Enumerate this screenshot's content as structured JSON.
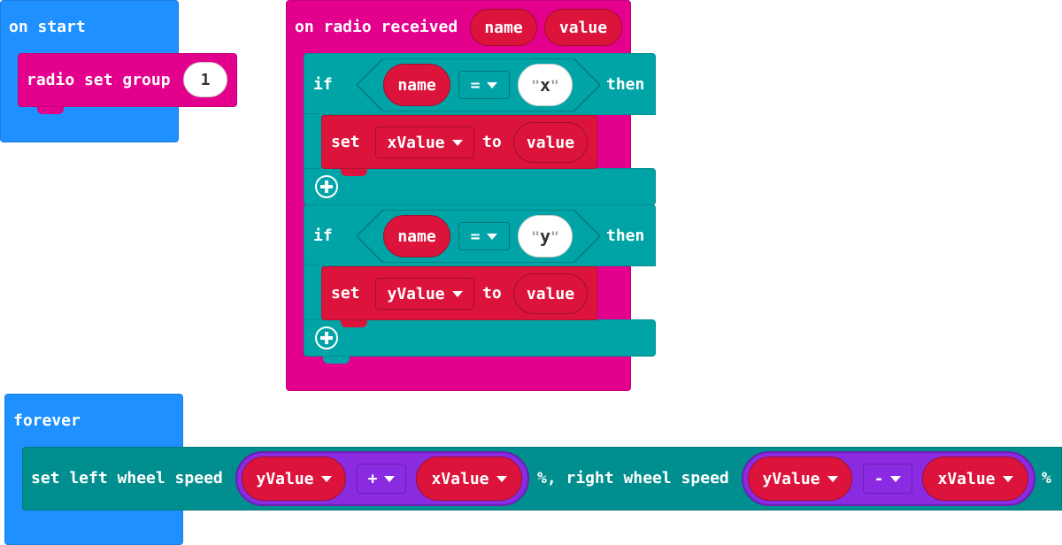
{
  "on_start": {
    "hat_label": "on start",
    "radio_set_group_label": "radio set group",
    "group_value": "1"
  },
  "on_radio_received": {
    "hat_label": "on radio received",
    "param1": "name",
    "param2": "value",
    "if1": {
      "if_label": "if",
      "left": "name",
      "op": "=",
      "right_text": "x",
      "then_label": "then",
      "set_label": "set",
      "var": "xValue",
      "to_label": "to",
      "value": "value"
    },
    "if2": {
      "if_label": "if",
      "left": "name",
      "op": "=",
      "right_text": "y",
      "then_label": "then",
      "set_label": "set",
      "var": "yValue",
      "to_label": "to",
      "value": "value"
    }
  },
  "forever": {
    "hat_label": "forever",
    "left_label": "set left wheel speed",
    "left_a": "yValue",
    "left_op": "+",
    "left_b": "xValue",
    "mid_label": "%, right wheel speed",
    "right_a": "yValue",
    "right_op": "-",
    "right_b": "xValue",
    "end_label": "%"
  },
  "colors": {
    "events_blue": "#1E90FF",
    "radio_pink": "#E3008C",
    "logic_teal": "#00A4A6",
    "variables_red": "#DC143C",
    "math_purple": "#8A2BE2",
    "motor_teal": "#008E8E"
  },
  "icons": {
    "add_branch": "plus-circle-icon",
    "dropdown": "caret-down-icon"
  }
}
